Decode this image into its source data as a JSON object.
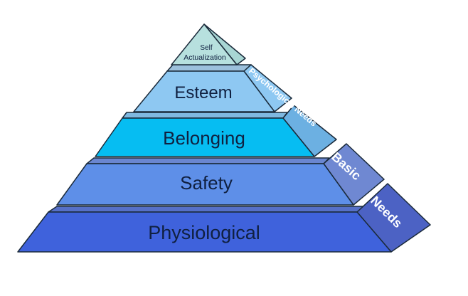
{
  "title": "Maslow's Hierarchy of Needs",
  "levels": [
    {
      "label": "Physiological",
      "color": "#3f62dc"
    },
    {
      "label": "Safety",
      "color": "#5e8fe8"
    },
    {
      "label": "Belonging",
      "color": "#06bdf2"
    },
    {
      "label": "Esteem",
      "color": "#8ec8f2"
    },
    {
      "label": "Self Actualization",
      "line1": "Self",
      "line2": "Actualization",
      "color": "#b7e0de"
    }
  ],
  "groups": {
    "psychological": {
      "label": "Psychological Needs",
      "color": "#6cb0e2"
    },
    "basic_word1": "Basic",
    "basic_word2": "Needs",
    "basic_color_1": "#6f88d2",
    "basic_color_2": "#4c62c4"
  }
}
